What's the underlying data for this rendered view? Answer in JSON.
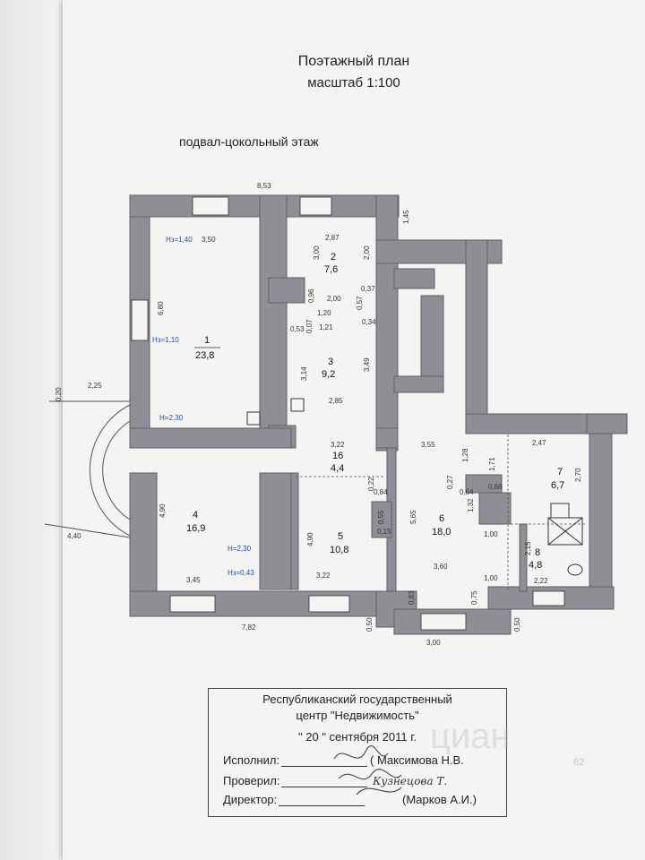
{
  "header": {
    "title": "Поэтажный план",
    "scale": "масштаб 1:100",
    "floor_name": "подвал-цокольный этаж"
  },
  "rooms": [
    {
      "num": "1",
      "area": "23,8"
    },
    {
      "num": "2",
      "area": "7,6"
    },
    {
      "num": "3",
      "area": "9,2"
    },
    {
      "num": "4",
      "area": "16,9"
    },
    {
      "num": "5",
      "area": "10,8"
    },
    {
      "num": "6",
      "area": "18,0"
    },
    {
      "num": "7",
      "area": "6,7"
    },
    {
      "num": "8",
      "area": "4,8"
    },
    {
      "num": "16",
      "area": "4,4"
    }
  ],
  "dimensions": {
    "top_total": "8,53",
    "top_right": "1,45",
    "left_225": "2,25",
    "left_020": "0,20",
    "left_440": "4,40",
    "bottom_782": "7,82",
    "bottom_300": "3,00",
    "r1_w": "3,50",
    "r1_h": "6,80",
    "r2_w": "2,87",
    "r2_h1": "3,00",
    "r2_h2": "2,00",
    "d_096": "0,96",
    "d_200": "2,00",
    "d_037": "0,37",
    "d_057": "0,57",
    "d_120": "1,20",
    "d_121": "1,21",
    "d_053": "0,53",
    "d_007": "0,07",
    "d_034": "0,34",
    "r3_h1": "3,14",
    "r3_h2": "3,49",
    "r3_w": "2,85",
    "r16_w": "3,22",
    "r6_top": "3,55",
    "r7_top": "2,47",
    "d_128": "1,28",
    "d_171": "1,71",
    "r7_h": "2,70",
    "d_022": "0,22",
    "d_084": "0,84",
    "d_027": "0,27",
    "d_064": "0,64",
    "d_068": "0,68",
    "r4_h": "4,90",
    "r5_h": "4,90",
    "d_055": "0,55",
    "d_015": "0,15",
    "r6_h": "5,65",
    "d_132": "1,32",
    "d_100a": "1,00",
    "d_100b": "1,00",
    "d_215": "2,15",
    "r8_w": "2,22",
    "r4_w": "3,45",
    "r5_w": "3,22",
    "r6_w": "3,60",
    "d_083": "0,83",
    "d_075": "0,75",
    "d_050a": "0,50",
    "d_050b": "0,50"
  },
  "heights": {
    "h1": "Нз=1,40",
    "h2": "Нз=1,10",
    "h3": "Н=2,30",
    "h4": "Н=2,30",
    "h5": "Нз=0,43"
  },
  "stamp": {
    "org_line1": "Республиканский государственный",
    "org_line2": "центр \"Недвижимость\"",
    "date": "\" 20 \" сентября 2011 г.",
    "performed_label": "Исполнил:",
    "performed_name": "( Максимова Н.В.",
    "checked_label": "Проверил:",
    "checked_name": "Кузнецова Т.",
    "director_label": "Директор:",
    "director_name": "(Марков А.И.)"
  },
  "watermark": "циан",
  "watermark_small": "62",
  "colors": {
    "wall": "#8d8f94",
    "wall_edge": "#5f6166",
    "page": "#f4f4f2",
    "blue": "#1f4fa8"
  }
}
